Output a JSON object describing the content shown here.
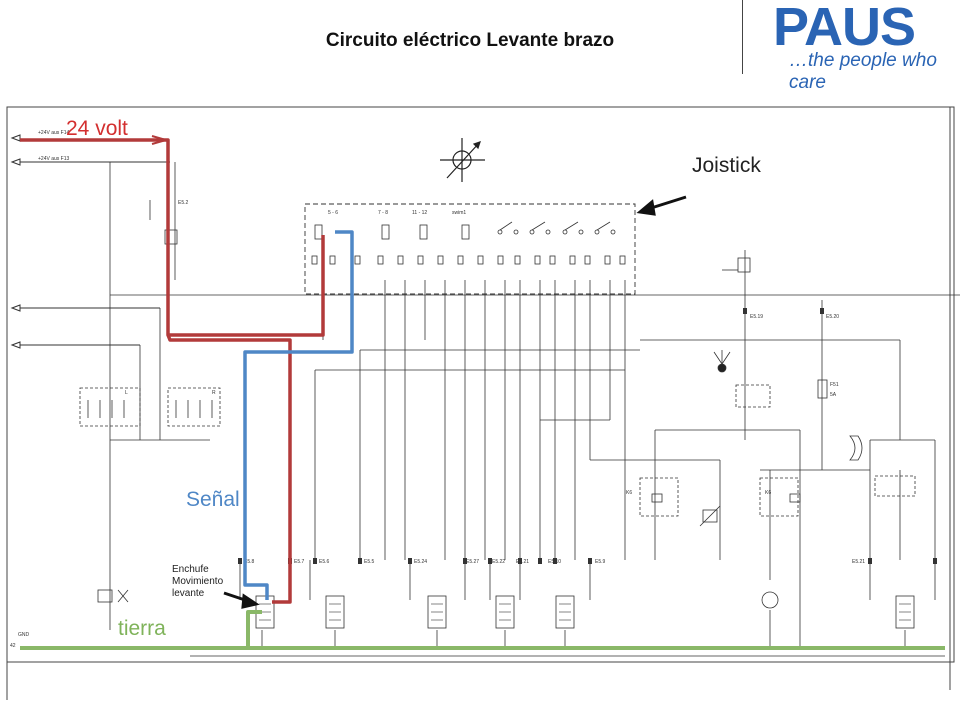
{
  "title": "Circuito eléctrico Levante brazo",
  "logo": {
    "word": "PAUS",
    "tagline": "…the people who care"
  },
  "labels": {
    "voltage": "24 volt",
    "joystick": "Joistick",
    "signal": "Señal",
    "ground": "tierra",
    "connector": "Enchufe Movimiento levante"
  },
  "schematic_text": {
    "feed1": "+24V aus F14",
    "feed2": "+24V aus F13",
    "gnd": "GND",
    "ground_num": "42",
    "col1": "5 - 6",
    "col2": "7 - 8",
    "col3": "11 - 12",
    "col4": "swim1",
    "fuse": "F51",
    "fuse_rating": "5A",
    "relay_l": "L",
    "relay_r": "R",
    "k1": "K6",
    "k2": "K6",
    "e_labels": [
      "E5.8",
      "E5.7",
      "E5.6",
      "E5.5",
      "E5.24",
      "E5.27",
      "E5.22",
      "E5.21",
      "E5.10",
      "E5.9",
      "E5.21",
      "E5.19",
      "E5.20",
      "E5.2"
    ]
  },
  "colors": {
    "voltage_line": "#b23a3a",
    "signal_line": "#4f87c6",
    "ground_line": "#8ab868",
    "logo": "#2a64b4"
  }
}
